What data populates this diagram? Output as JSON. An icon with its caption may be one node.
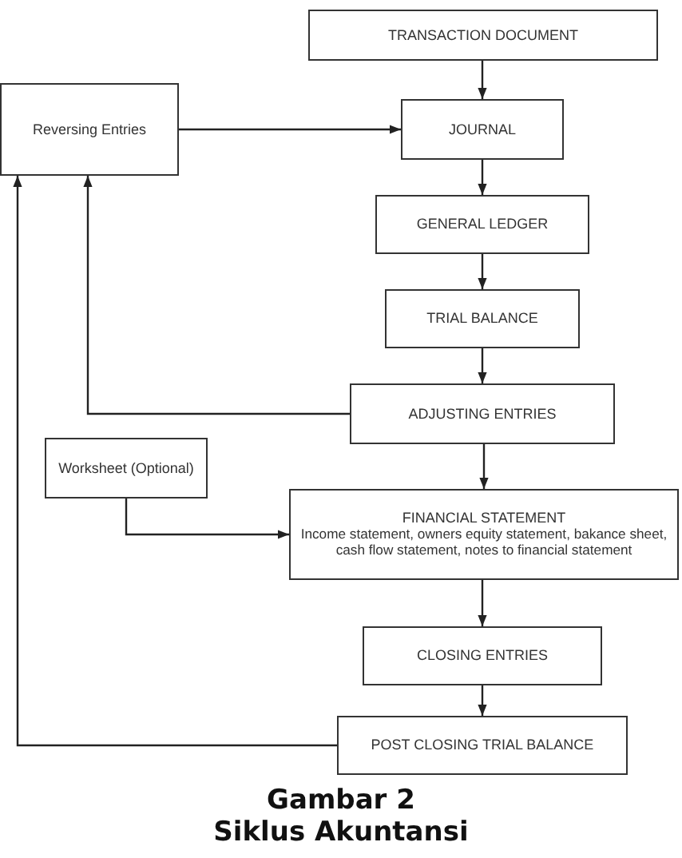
{
  "diagram": {
    "caption": "Siklus Akuntansi",
    "nodes": [
      {
        "text": [
          "TRANSACTION DOCUMENT"
        ]
      },
      {
        "text": [
          "Reversing Entries"
        ]
      },
      {
        "text": [
          "JOURNAL"
        ]
      },
      {
        "text": [
          "GENERAL LEDGER"
        ]
      },
      {
        "text": [
          "TRIAL BALANCE"
        ]
      },
      {
        "text": [
          "ADJUSTING ENTRIES"
        ]
      },
      {
        "text": [
          "Worksheet (Optional)"
        ]
      },
      {
        "text": [
          "FINANCIAL STATEMENT",
          "Income statement, owners equity statement, bakance sheet, cash flow statement, notes to financial statement"
        ]
      },
      {
        "text": [
          "CLOSING ENTRIES"
        ]
      },
      {
        "text": [
          "POST CLOSING TRIAL BALANCE"
        ]
      }
    ],
    "edges": [
      {
        "from": 0,
        "to": 2,
        "arrow": "to"
      },
      {
        "from": 1,
        "to": 2,
        "arrow": "to"
      },
      {
        "from": 2,
        "to": 3,
        "arrow": "to"
      },
      {
        "from": 3,
        "to": 4,
        "arrow": "to"
      },
      {
        "from": 4,
        "to": 5,
        "arrow": "to"
      },
      {
        "from": 5,
        "to": 1,
        "arrow": "to"
      },
      {
        "from": 5,
        "to": 7,
        "arrow": "to"
      },
      {
        "from": 6,
        "to": 7,
        "arrow": "to"
      },
      {
        "from": 7,
        "to": 8,
        "arrow": "to"
      },
      {
        "from": 8,
        "to": 9,
        "arrow": "to"
      },
      {
        "from": 9,
        "to": 1,
        "arrow": "to"
      }
    ],
    "labels": [
      "Gambar 2"
    ]
  }
}
